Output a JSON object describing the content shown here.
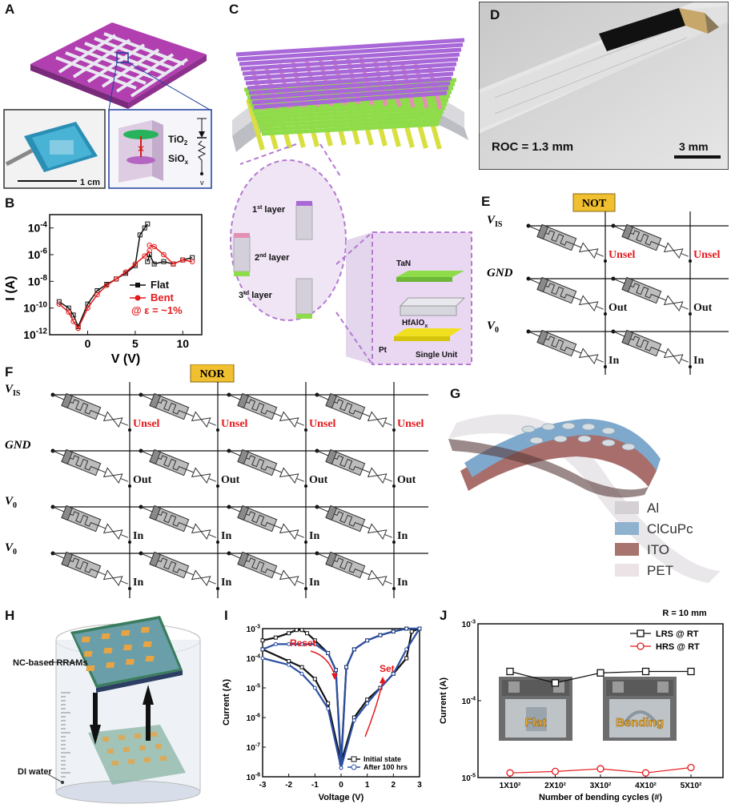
{
  "panels": {
    "a": {
      "label": "A",
      "scale_bar": "1 cm",
      "layer_top": "TiO",
      "layer_top_sub": "2",
      "layer_bottom": "SiO",
      "layer_bottom_sub": "x",
      "terminal": "v"
    },
    "b": {
      "label": "B",
      "chart_data": {
        "type": "line",
        "xlabel": "V (V)",
        "ylabel": "I (A)",
        "ylog": true,
        "xlim": [
          -4,
          12
        ],
        "ylim": [
          1e-12,
          0.001
        ],
        "x_ticks": [
          "0",
          "5",
          "10"
        ],
        "y_ticks": [
          "10-4",
          "10-6",
          "10-8",
          "10-10",
          "10-12"
        ],
        "series": [
          {
            "name": "Flat",
            "color": "#111111",
            "marker": "square",
            "x": [
              -3,
              -2,
              -1.5,
              -1,
              0,
              1,
              2,
              3,
              4,
              5,
              5.5,
              6,
              6.3
            ],
            "y": [
              3e-10,
              1e-10,
              3e-11,
              4e-12,
              2e-10,
              2e-09,
              6e-09,
              1.5e-08,
              4e-08,
              1.5e-07,
              3e-05,
              0.0001,
              0.0002
            ]
          },
          {
            "name": "Flat",
            "color": "#111111",
            "marker": "square",
            "x": [
              6.3,
              6.5,
              7,
              8,
              9,
              10,
              11
            ],
            "y": [
              3e-07,
              1e-06,
              2e-07,
              3e-07,
              2e-07,
              4e-07,
              6e-07
            ]
          },
          {
            "name": "Bent",
            "color": "#e41a1c",
            "marker": "circle",
            "x": [
              -3,
              -2,
              -1.5,
              -1,
              0,
              1,
              2,
              3,
              4,
              5,
              6,
              6.5
            ],
            "y": [
              2e-10,
              5e-11,
              1e-11,
              3e-12,
              1e-10,
              1e-09,
              5e-09,
              1.5e-08,
              5e-08,
              2e-07,
              8e-07,
              2e-06
            ]
          },
          {
            "name": "Bent",
            "color": "#e41a1c",
            "marker": "circle",
            "x": [
              6.5,
              7,
              8,
              9,
              10,
              11
            ],
            "y": [
              5e-06,
              4e-06,
              1e-06,
              2e-07,
              4e-07,
              3e-07
            ]
          }
        ],
        "legend": [
          {
            "label": "Flat",
            "color": "#111111"
          },
          {
            "label": "Bent",
            "color": "#e41a1c"
          },
          {
            "label": "@ ε = ~1%",
            "color": "#e41a1c"
          }
        ]
      }
    },
    "c": {
      "label": "C",
      "layers": [
        "1",
        "2",
        "3"
      ],
      "layer_suffix": [
        "st",
        "nd",
        "rd"
      ],
      "layer_word": "layer",
      "stack_top": "TaN",
      "stack_mid": "HfAlO",
      "stack_mid_sub": "x",
      "stack_bottom": "Pt",
      "unit_caption": "Single Unit"
    },
    "d": {
      "label": "D",
      "roc": "ROC = 1.3 mm",
      "scale_bar": "3 mm"
    },
    "e": {
      "label": "E",
      "gate": "NOT",
      "rows": [
        {
          "name": "V",
          "sub": "IS",
          "out": "Unsel",
          "red": true
        },
        {
          "name": "GND",
          "sub": "",
          "out": "Out",
          "red": false
        },
        {
          "name": "V",
          "sub": "0",
          "out": "In",
          "red": false
        }
      ]
    },
    "f": {
      "label": "F",
      "gate": "NOR",
      "rows": [
        {
          "name": "V",
          "sub": "IS",
          "out": "Unsel",
          "red": true
        },
        {
          "name": "GND",
          "sub": "",
          "out": "Out",
          "red": false
        },
        {
          "name": "V",
          "sub": "0",
          "out": "In",
          "red": false
        },
        {
          "name": "V",
          "sub": "0",
          "out": "In",
          "red": false
        }
      ]
    },
    "g": {
      "label": "G",
      "legend": [
        {
          "label": "Al",
          "color": "#d4d0d4"
        },
        {
          "label": "ClCuPc",
          "color": "#8fb3cf"
        },
        {
          "label": "ITO",
          "color": "#a87470"
        },
        {
          "label": "PET",
          "color": "#ebe3e6"
        }
      ]
    },
    "h": {
      "label": "H",
      "device": "NC-based RRAMs",
      "liquid": "DI water"
    },
    "i": {
      "label": "I",
      "chart_data": {
        "type": "line",
        "xlabel": "Voltage (V)",
        "ylabel": "Current (A)",
        "ylog": true,
        "xlim": [
          -3,
          3
        ],
        "ylim": [
          1e-08,
          0.001
        ],
        "x_ticks": [
          "-3",
          "-2",
          "-1",
          "0",
          "1",
          "2",
          "3"
        ],
        "y_ticks": [
          "10-3",
          "10-4",
          "10-5",
          "10-6",
          "10-7",
          "10-8"
        ],
        "series": [
          {
            "name": "Initial state",
            "color": "#111111",
            "x": [
              3,
              2.5,
              2,
              1.5,
              1,
              0.5,
              0.2,
              0,
              -0.2,
              -0.5,
              -1,
              -1.3,
              -1.5,
              -1.7,
              -2,
              -2.5,
              -3
            ],
            "y": [
              0.001,
              0.001,
              0.0008,
              0.0006,
              0.0004,
              0.0002,
              5e-05,
              3e-08,
              4e-05,
              0.00015,
              0.0004,
              0.0007,
              0.0009,
              0.0009,
              0.0007,
              0.0005,
              0.0004
            ]
          },
          {
            "name": "Initial state",
            "color": "#111111",
            "x": [
              -3,
              -2,
              -1.5,
              -1,
              -0.5,
              0,
              0.5,
              1,
              1.5,
              2,
              2.5,
              2.7,
              3
            ],
            "y": [
              0.0002,
              8e-05,
              5e-05,
              2e-05,
              3e-06,
              3e-08,
              1e-06,
              4e-06,
              1e-05,
              3e-05,
              0.0001,
              0.0008,
              0.001
            ]
          },
          {
            "name": "After 100 hrs",
            "color": "#2c4fa3",
            "x": [
              3,
              2.5,
              2,
              1.5,
              1,
              0.5,
              0.2,
              0,
              -0.2,
              -0.5,
              -1,
              -1.5,
              -2,
              -2.5,
              -3
            ],
            "y": [
              0.001,
              0.001,
              0.0008,
              0.0006,
              0.0004,
              0.0002,
              5e-05,
              2e-08,
              4e-05,
              0.00015,
              0.0003,
              0.0003,
              0.0003,
              0.0003,
              0.0002
            ]
          },
          {
            "name": "After 100 hrs",
            "color": "#2c4fa3",
            "x": [
              -3,
              -2,
              -1.5,
              -1,
              -0.5,
              0,
              0.5,
              1,
              1.5,
              2,
              2.5,
              3
            ],
            "y": [
              0.0001,
              6e-05,
              3e-05,
              1e-05,
              2e-06,
              2e-08,
              8e-07,
              3e-06,
              1e-05,
              3e-05,
              0.0002,
              0.001
            ]
          }
        ],
        "annotations": [
          "Reset",
          "Set"
        ],
        "legend": [
          {
            "label": "Initial state",
            "color": "#111111"
          },
          {
            "label": "After 100 hrs",
            "color": "#2c4fa3"
          }
        ]
      }
    },
    "j": {
      "label": "J",
      "chart_data": {
        "type": "line",
        "title": "R = 10 mm",
        "xlabel": "Number of bending cycles (#)",
        "ylabel": "Current (A)",
        "ylog": true,
        "ylim": [
          1e-05,
          0.001
        ],
        "categories": [
          "1X10²",
          "2X10²",
          "3X10²",
          "4X10²",
          "5X10²"
        ],
        "y_ticks": [
          "10-3",
          "10-4",
          "10-5"
        ],
        "series": [
          {
            "name": "LRS @ RT",
            "color": "#111111",
            "marker": "square",
            "values": [
              0.00024,
              0.00017,
              0.00023,
              0.00024,
              0.00024
            ]
          },
          {
            "name": "HRS @ RT",
            "color": "#e41a1c",
            "marker": "circle",
            "values": [
              1.15e-05,
              1.2e-05,
              1.3e-05,
              1.15e-05,
              1.35e-05
            ]
          }
        ],
        "legend": [
          {
            "label": "LRS @ RT",
            "color": "#111111"
          },
          {
            "label": "HRS @ RT",
            "color": "#e41a1c"
          }
        ],
        "inset_labels": [
          "Flat",
          "Bending"
        ]
      }
    }
  }
}
